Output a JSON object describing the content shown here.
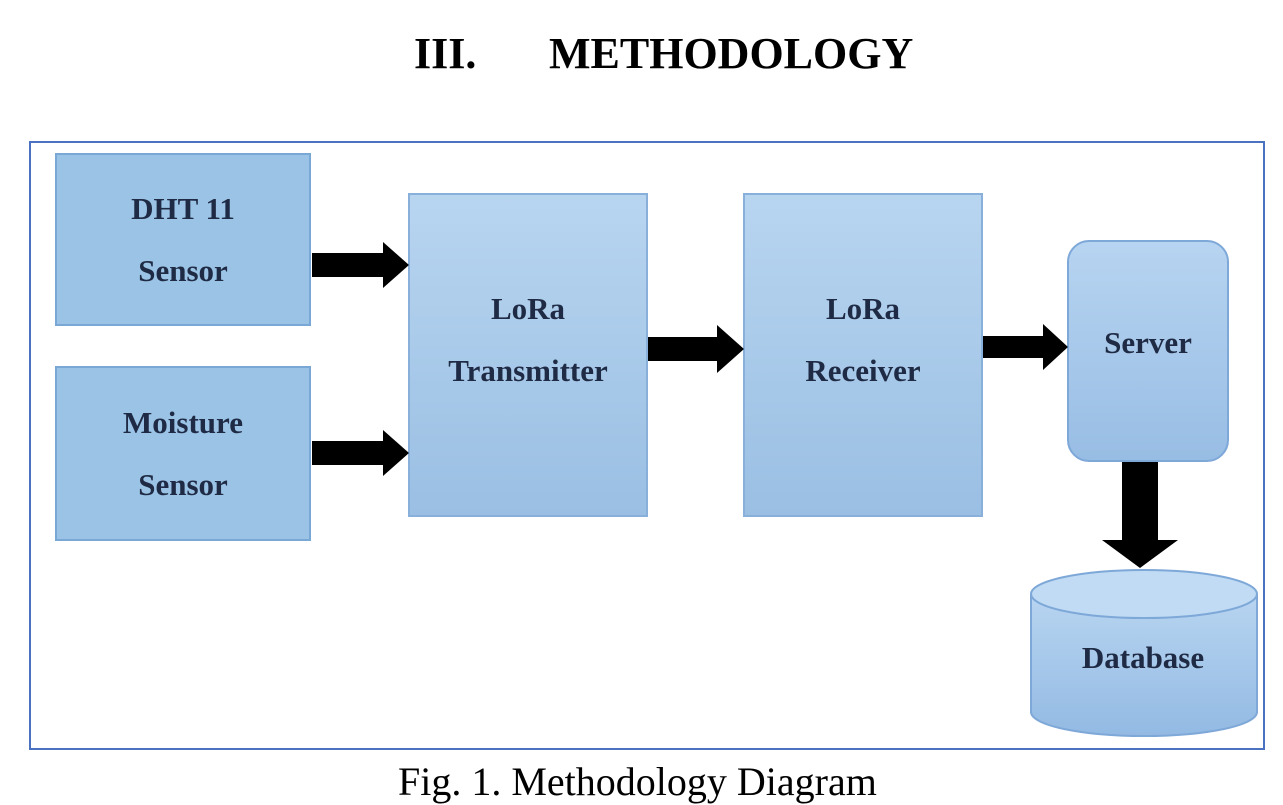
{
  "section_heading": {
    "number": "III.",
    "title": "METHODOLOGY"
  },
  "nodes": {
    "dht11": {
      "line1": "DHT 11",
      "line2": "Sensor"
    },
    "moisture": {
      "line1": "Moisture",
      "line2": "Sensor"
    },
    "lora_tx": {
      "line1": "LoRa",
      "line2": "Transmitter"
    },
    "lora_rx": {
      "line1": "LoRa",
      "line2": "Receiver"
    },
    "server": {
      "label": "Server"
    },
    "database": {
      "label": "Database"
    }
  },
  "edges": [
    {
      "from": "dht11",
      "to": "lora_tx"
    },
    {
      "from": "moisture",
      "to": "lora_tx"
    },
    {
      "from": "lora_tx",
      "to": "lora_rx"
    },
    {
      "from": "lora_rx",
      "to": "server"
    },
    {
      "from": "server",
      "to": "database"
    }
  ],
  "caption": "Fig. 1. Methodology Diagram",
  "colors": {
    "frame": "#4a72c0",
    "sensor_fill": "#9ac3e6",
    "node_fill": "#a9cbeb",
    "arrow": "#000000",
    "text": "#1f2a44"
  }
}
